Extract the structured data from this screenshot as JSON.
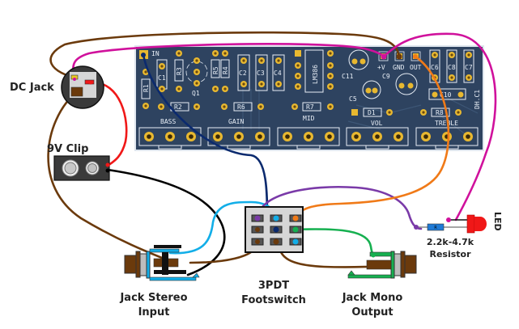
{
  "title": "LM386 Amplifier Pedal Wiring Diagram",
  "components": {
    "dc_jack": {
      "label": "DC Jack"
    },
    "clip_9v": {
      "label": "9V Clip"
    },
    "footswitch": {
      "label_line1": "3PDT",
      "label_line2": "Footswitch"
    },
    "jack_input": {
      "label_line1": "Jack Stereo",
      "label_line2": "Input"
    },
    "jack_output": {
      "label_line1": "Jack Mono",
      "label_line2": "Output"
    },
    "resistor": {
      "label_line1": "2.2k-4.7k",
      "label_line2": "Resistor",
      "marking": "R"
    },
    "led": {
      "label": "LED"
    }
  },
  "pcb": {
    "board_id": "DH.C1",
    "pads": {
      "in": "IN",
      "vplus": "+V",
      "gnd": "GND",
      "out": "OUT"
    },
    "parts": [
      "R1",
      "C1",
      "R3",
      "Q1",
      "R5",
      "R4",
      "C2",
      "C3",
      "C4",
      "LM386",
      "C11",
      "C5",
      "C9",
      "C6",
      "C8",
      "C7",
      "C10",
      "R2",
      "R6",
      "R7",
      "D1",
      "R8"
    ],
    "pots": [
      "BASS",
      "GAIN",
      "MID",
      "VOL",
      "TREBLE"
    ]
  },
  "wire_colors": {
    "brown": "#6b3a0c",
    "magenta": "#d0119c",
    "red": "#f01818",
    "black": "#000000",
    "navy": "#0b2a6e",
    "light_blue": "#12aee8",
    "purple": "#7a3aa8",
    "orange": "#f07a18",
    "green": "#16b050"
  },
  "colors": {
    "pcb": "#2e4360",
    "pad": "#e8b830",
    "switch_body": "#d6d6d6"
  }
}
